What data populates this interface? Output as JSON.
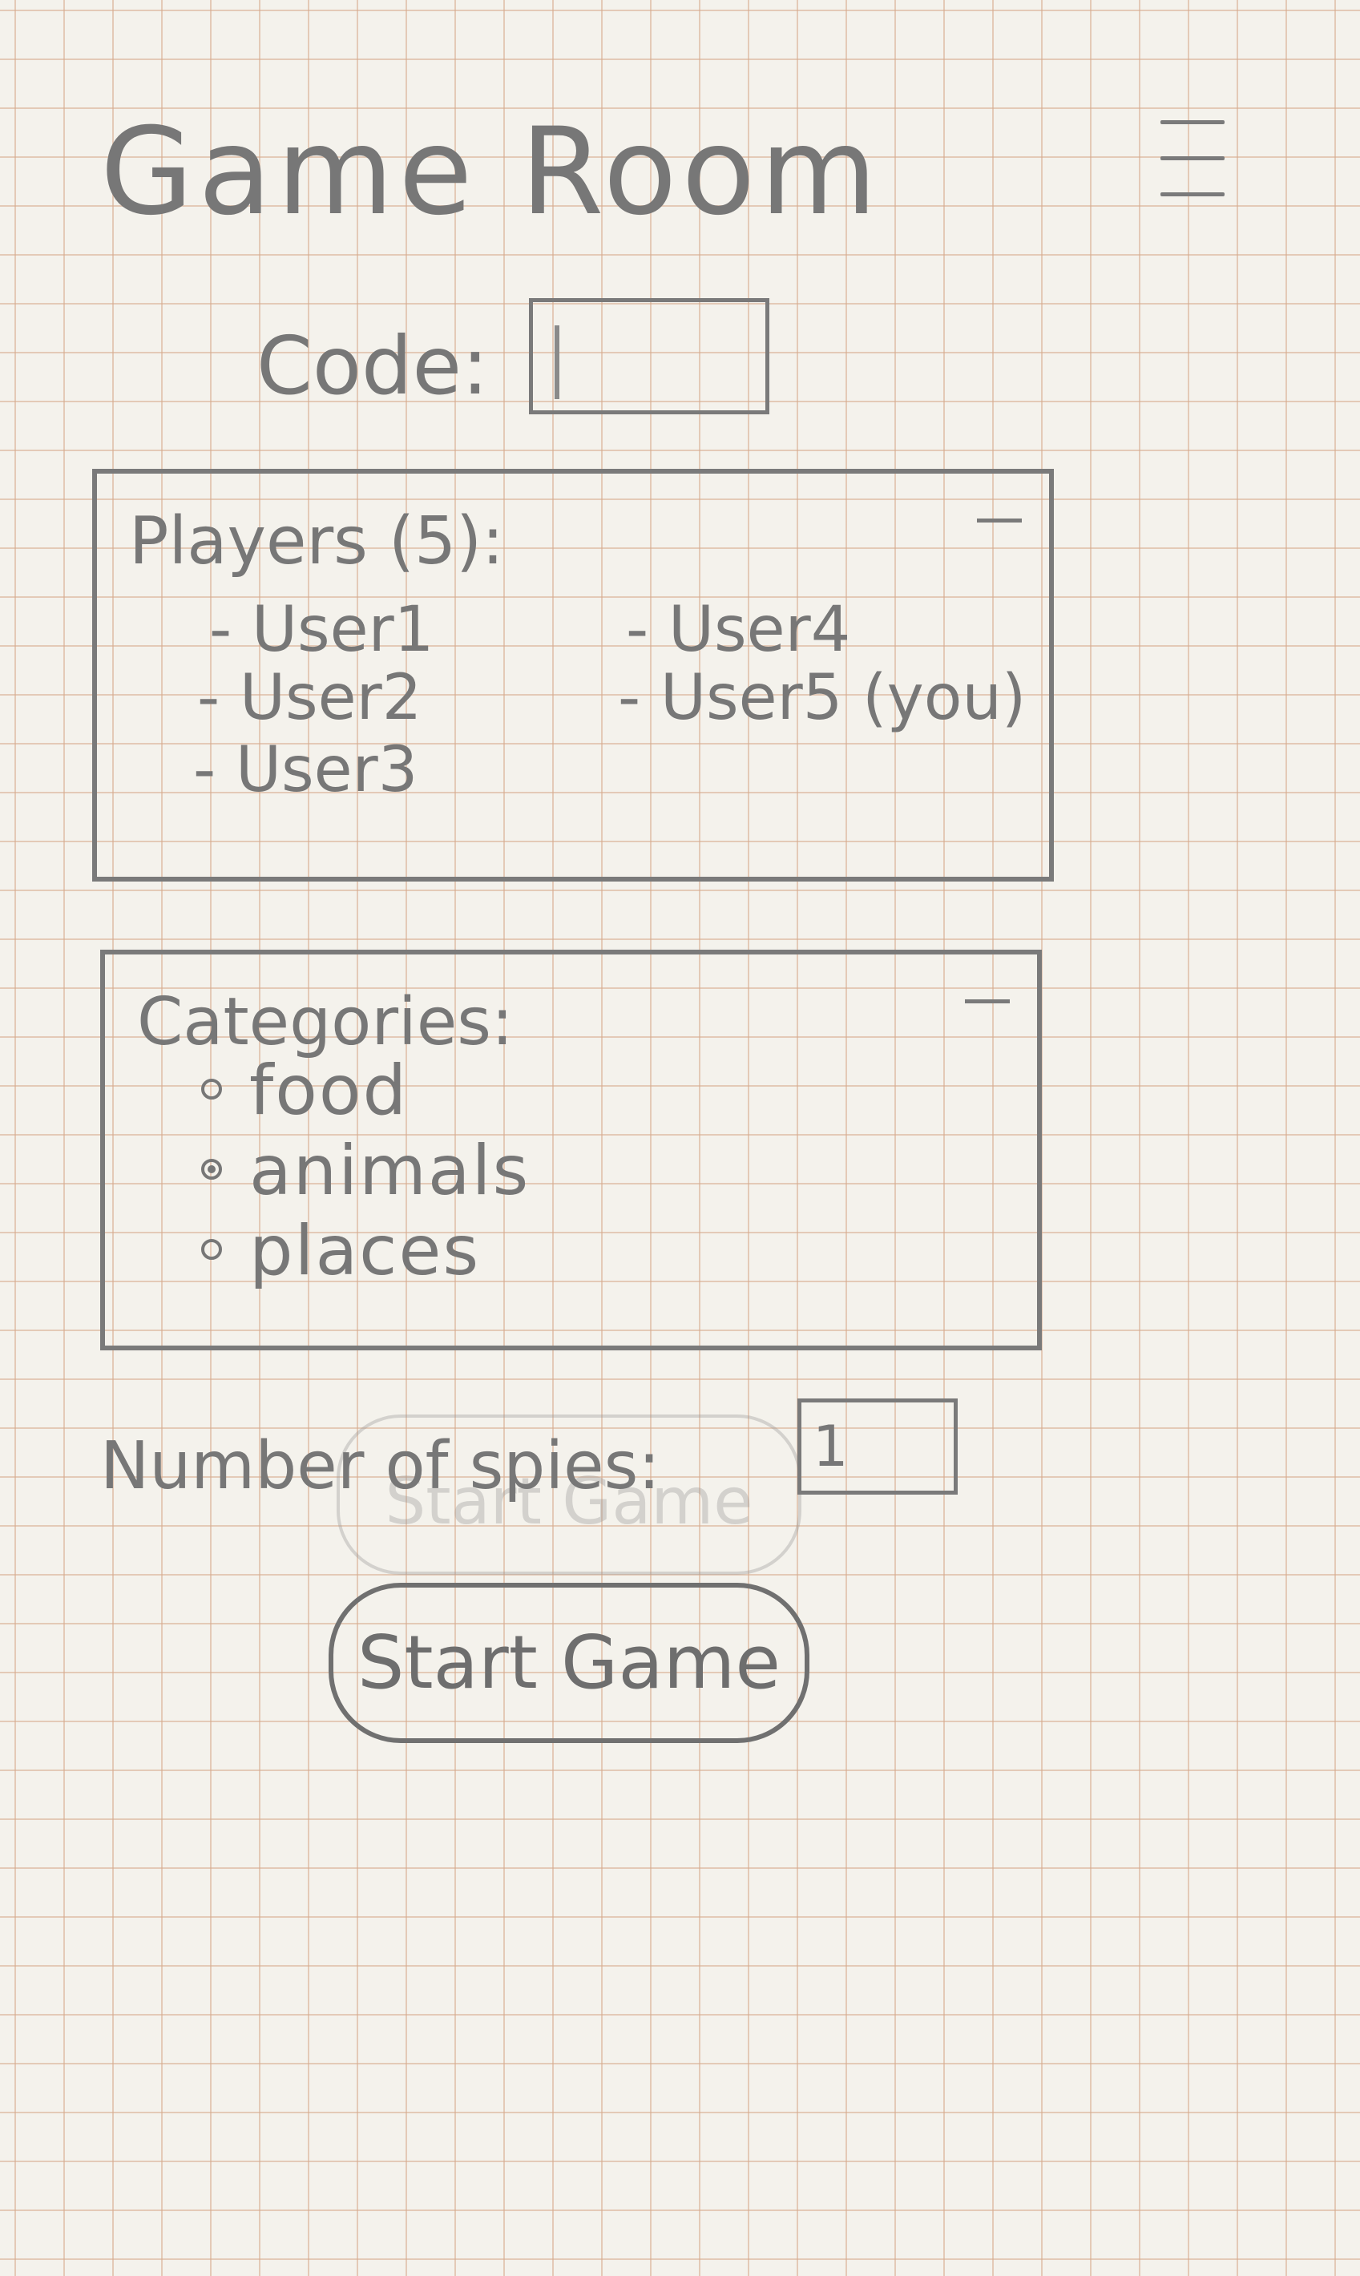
{
  "header": {
    "title": "Game Room",
    "menu_icon": "hamburger-menu-icon"
  },
  "code": {
    "label": "Code:",
    "value": ""
  },
  "players": {
    "heading": "Players (5):",
    "collapse_icon": "minus-icon",
    "items": [
      "- User1",
      "- User2",
      "- User3",
      "- User4",
      "- User5 (you)"
    ]
  },
  "categories": {
    "heading": "Categories:",
    "collapse_icon": "minus-icon",
    "options": [
      {
        "label": "food",
        "selected": false
      },
      {
        "label": "animals",
        "selected": true
      },
      {
        "label": "places",
        "selected": false
      }
    ]
  },
  "spies": {
    "label": "Number of spies:",
    "value": "1"
  },
  "ghost_button": {
    "label": "Start Game"
  },
  "start_button": {
    "label": "Start Game"
  }
}
